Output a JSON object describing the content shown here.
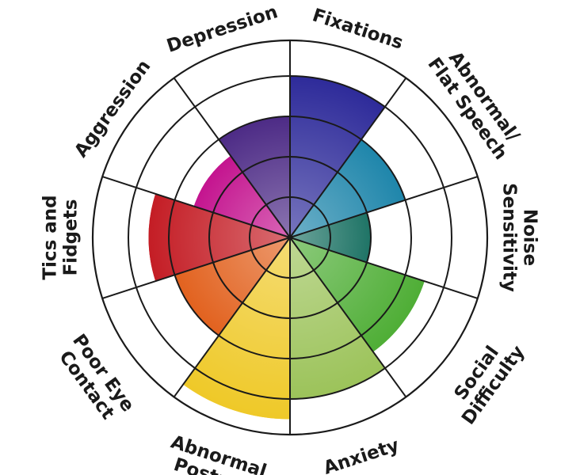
{
  "chart_data": {
    "type": "radial-bar",
    "max_level": 5,
    "levels_shown": 5,
    "segments": [
      {
        "label": [
          "Fixations"
        ],
        "value": 4,
        "color": "#2e2b9a"
      },
      {
        "label": [
          "Abnormal/",
          "Flat Speech"
        ],
        "value": 3,
        "color": "#1f86ab"
      },
      {
        "label": [
          "Noise",
          "Sensitivity"
        ],
        "value": 2,
        "color": "#1f7466"
      },
      {
        "label": [
          "Social",
          "Difficulty"
        ],
        "value": 3.5,
        "color": "#4fae36"
      },
      {
        "label": [
          "Anxiety"
        ],
        "value": 4,
        "color": "#9cc35a"
      },
      {
        "label": [
          "Abnormal",
          "Posture"
        ],
        "value": 4.5,
        "color": "#efc928"
      },
      {
        "label": [
          "Poor Eye",
          "Contact"
        ],
        "value": 3,
        "color": "#e2621f"
      },
      {
        "label": [
          "Tics and",
          "Fidgets"
        ],
        "value": 3.5,
        "color": "#c41d25"
      },
      {
        "label": [
          "Aggression"
        ],
        "value": 2.5,
        "color": "#c4148f"
      },
      {
        "label": [
          "Depression"
        ],
        "value": 3,
        "color": "#4d2b86"
      }
    ]
  }
}
